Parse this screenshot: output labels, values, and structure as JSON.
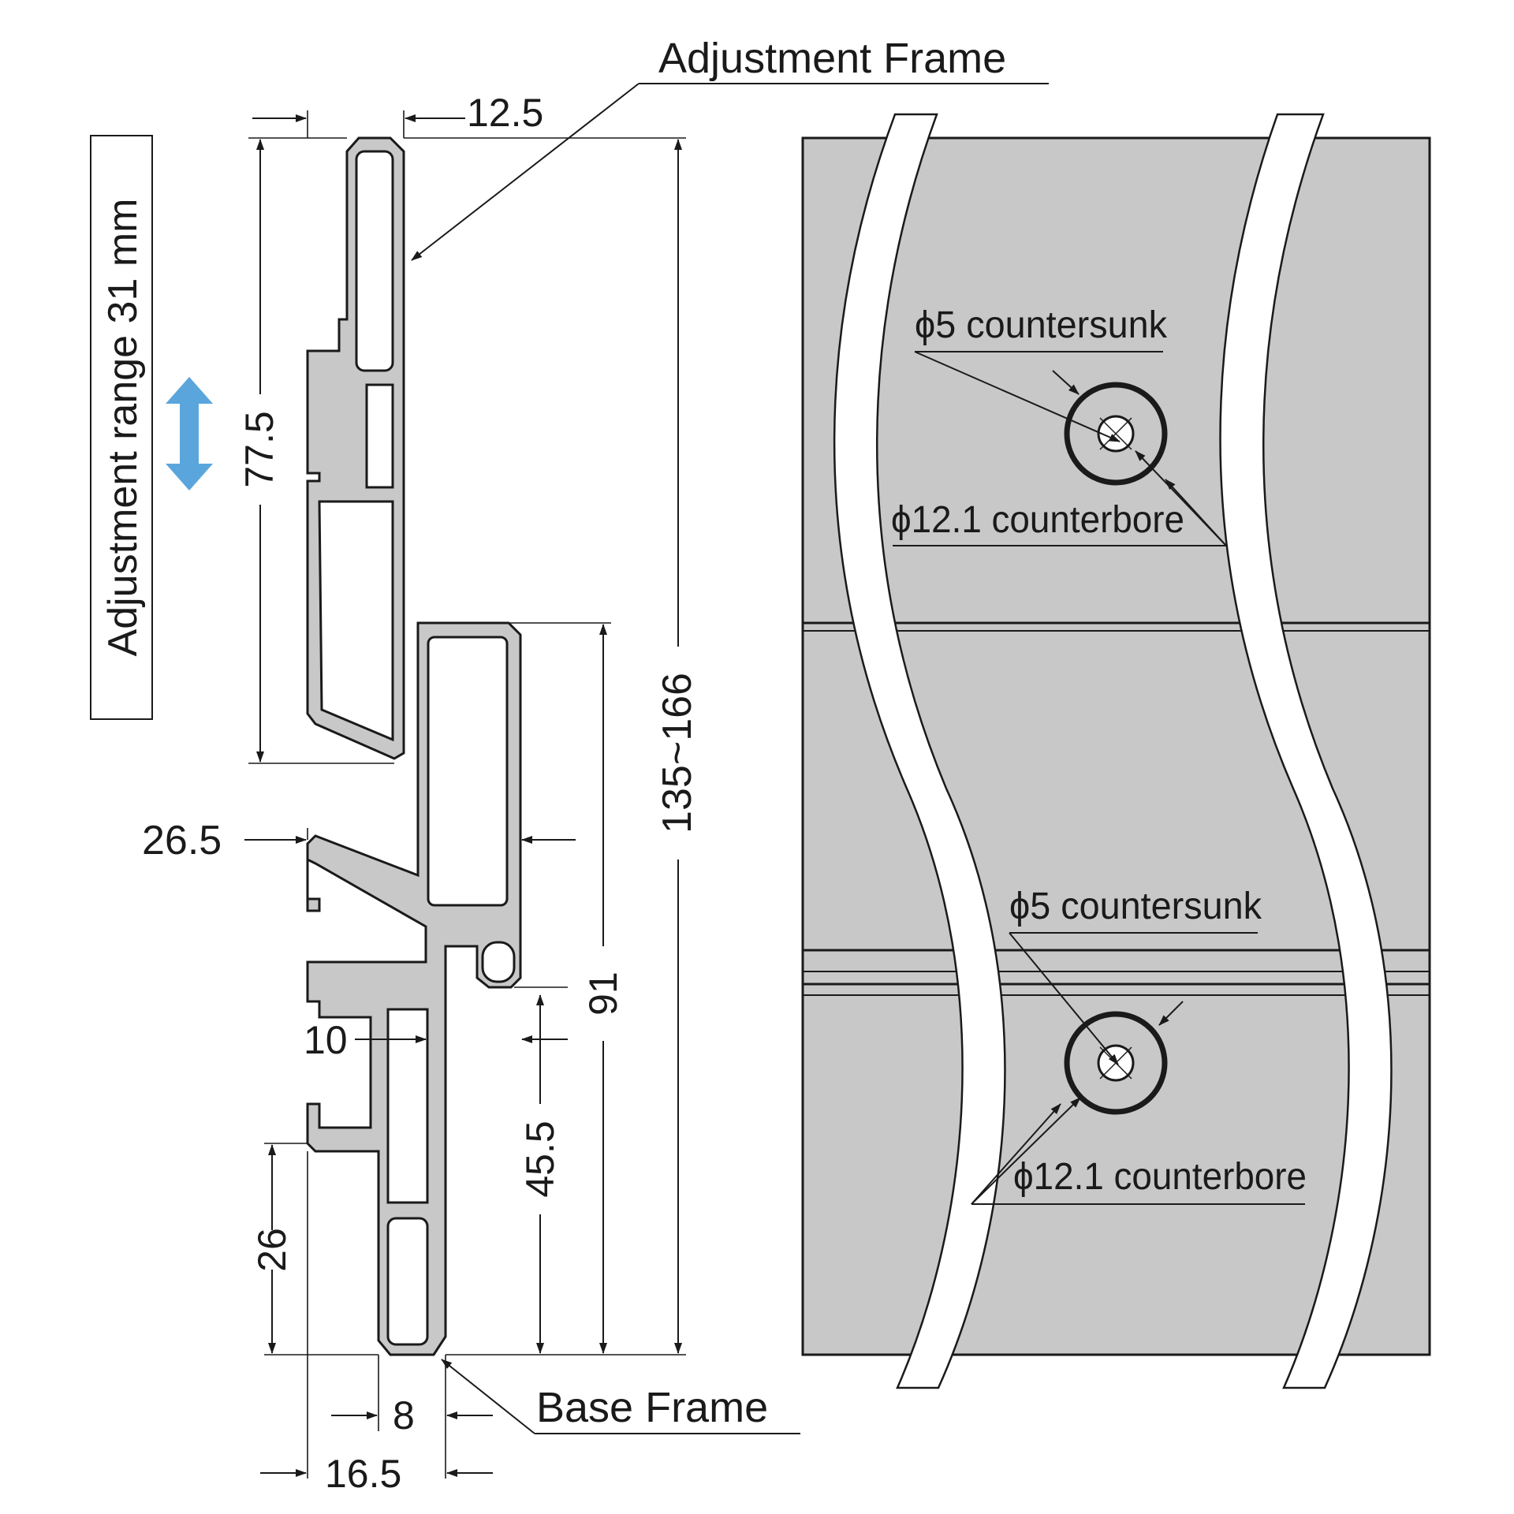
{
  "labels": {
    "adjustment_frame": "Adjustment Frame",
    "base_frame": "Base Frame",
    "adjustment_range": "Adjustment range 31 mm",
    "countersunk_top": "ϕ5 countersunk",
    "counterbore_top": "ϕ12.1 counterbore",
    "countersunk_bottom": "ϕ5 countersunk",
    "counterbore_bottom": "ϕ12.1 counterbore"
  },
  "dimensions": {
    "top_width": "12.5",
    "upper_height": "77.5",
    "overall_height": "135~166",
    "depth": "26.5",
    "lower_height": "91",
    "slot": "10",
    "mid_height": "45.5",
    "bottom_height": "26",
    "base_width": "8",
    "overall_width": "16.5"
  },
  "colors": {
    "profile_fill": "#c8c8c8",
    "line": "#1a1a1a",
    "arrow_accent": "#5aa6dc"
  }
}
